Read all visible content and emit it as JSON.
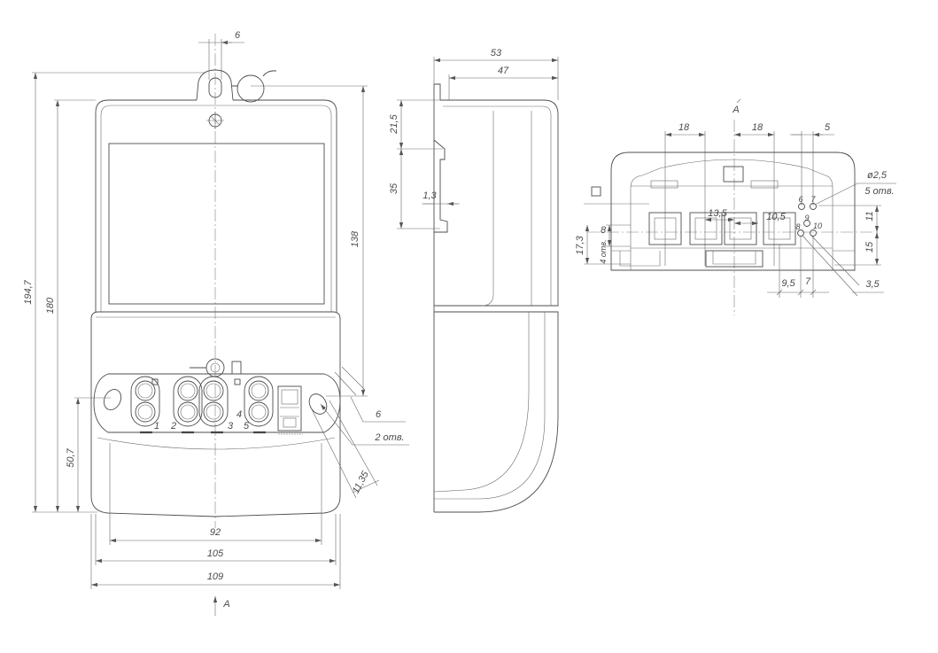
{
  "front_view": {
    "dim_hook_width": "6",
    "dim_total_height": "194,7",
    "dim_body_height": "180",
    "dim_mount_spacing": "138",
    "dim_lower_mount": "50,7",
    "dim_width_92": "92",
    "dim_width_105": "105",
    "dim_width_109": "109",
    "view_arrow_label": "A",
    "dim_hole_size": "6",
    "holes_note": "2 отв.",
    "dim_slot": "11,35",
    "terminal_numbers": [
      "1",
      "2",
      "3",
      "4",
      "5"
    ]
  },
  "side_view": {
    "dim_depth_total": "53",
    "dim_depth_body": "47",
    "dim_clip_top": "21,5",
    "dim_clip_rail": "35",
    "dim_plate": "1,3"
  },
  "bottom_view": {
    "title": "A",
    "dim_pitch_left": "18",
    "dim_pitch_right": "18",
    "dim_pitch_small": "5",
    "hole_diameter": "ø2,5",
    "holes_note": "5 отв.",
    "contact_numbers": [
      "6",
      "7",
      "8",
      "9",
      "10"
    ],
    "dim_13_5": "13,5",
    "dim_10_5": "10,5",
    "dim_8": "8",
    "dim_17_3": "17,3",
    "holes_note_left": "4 отв.",
    "dim_11": "11",
    "dim_15": "15",
    "dim_9_5": "9,5",
    "dim_7": "7",
    "dim_3_5": "3,5"
  }
}
